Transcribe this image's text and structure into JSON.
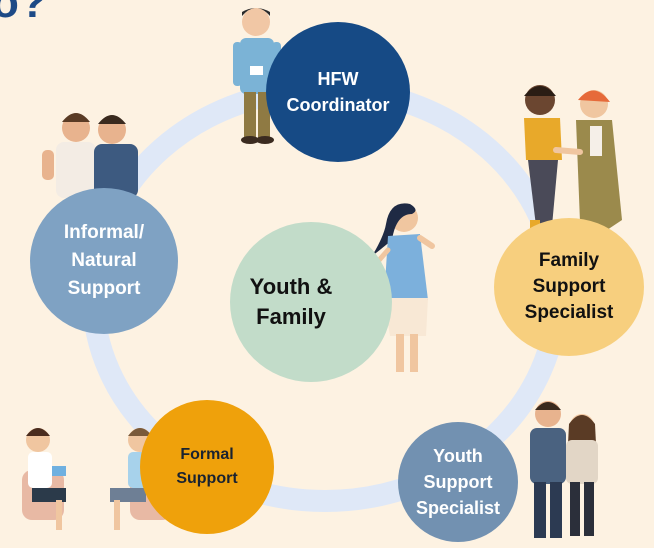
{
  "title_fragment": "o?",
  "nodes": {
    "hfw_coordinator": "HFW\nCoordinator",
    "informal_support": "Informal/\nNatural\nSupport",
    "youth_family": "Youth &\nFamily",
    "family_support_specialist": "Family\nSupport\nSpecialist",
    "formal_support": "Formal\nSupport",
    "youth_support_specialist": "Youth\nSupport\nSpecialist"
  },
  "colors": {
    "background": "#fdf2e2",
    "ring": "#dfe8f7",
    "hfw": "#164a85",
    "informal": "#7fa2c3",
    "youth_family": "#c2dcc9",
    "fss": "#f7cf7e",
    "formal": "#efa10b",
    "yss": "#7291b1"
  },
  "illustrations": [
    "coordinator-person-icon",
    "two-friends-icon",
    "two-women-handshake-icon",
    "mother-child-icon",
    "counseling-women-icon",
    "young-couple-icon"
  ]
}
